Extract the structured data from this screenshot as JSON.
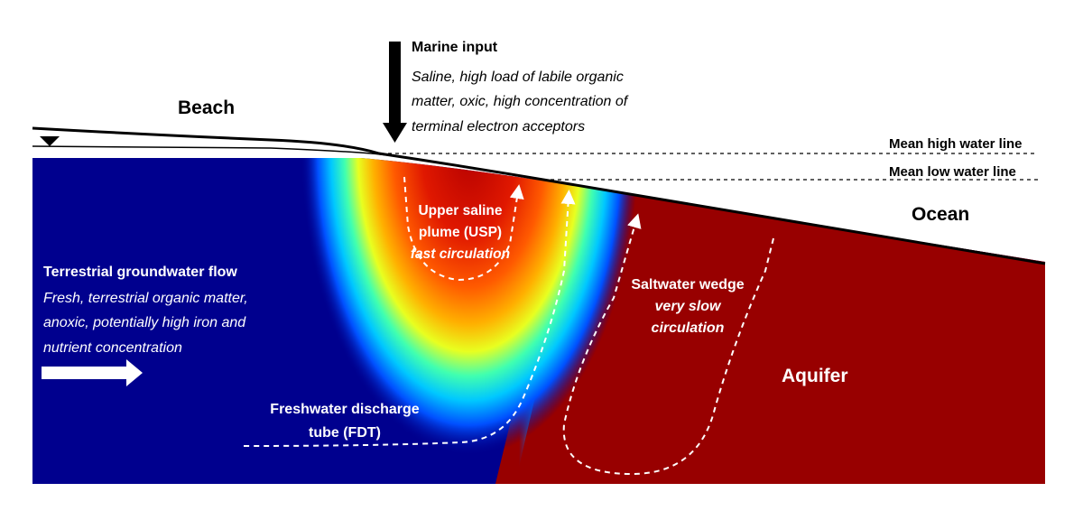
{
  "labels": {
    "beach": "Beach",
    "ocean": "Ocean",
    "aquifer": "Aquifer",
    "mean_high_water": "Mean high water line",
    "mean_low_water": "Mean low water line"
  },
  "marine_input": {
    "title": "Marine input",
    "lines": [
      "Saline, high load of labile organic",
      "matter, oxic, high concentration of",
      "terminal electron acceptors"
    ]
  },
  "terrestrial": {
    "title": "Terrestrial groundwater flow",
    "lines": [
      "Fresh, terrestrial organic matter,",
      "anoxic, potentially high iron and",
      "nutrient concentration"
    ]
  },
  "usp": {
    "line1": "Upper saline",
    "line2": "plume (USP)",
    "line3": "fast circulation"
  },
  "fdt": {
    "line1": "Freshwater discharge",
    "line2": "tube (FDT)"
  },
  "wedge": {
    "line1": "Saltwater wedge",
    "line2": "very slow",
    "line3": "circulation"
  },
  "colors": {
    "fresh": "#00008e",
    "saline": "#980000",
    "outline": "#000000",
    "annotation": "#ffffff"
  },
  "icons": {
    "marine_arrow": "down-arrow-icon",
    "water_table": "water-table-triangle-icon",
    "flow_arrow": "right-arrow-icon"
  }
}
